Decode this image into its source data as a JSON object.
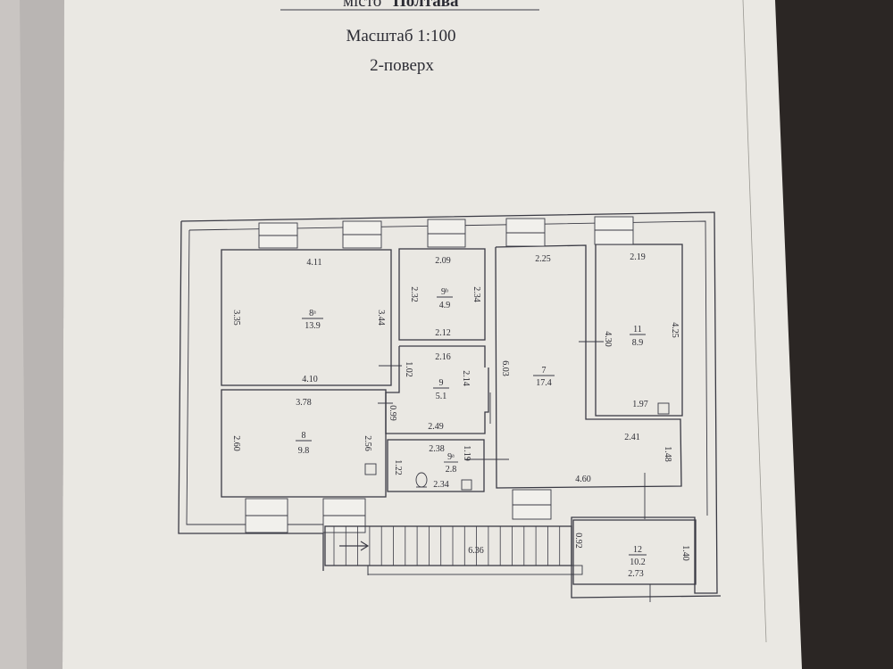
{
  "header": {
    "city_prefix": "місто",
    "city_name": "Полтава",
    "scale": "Масштаб 1:100",
    "floor": "2-поверх"
  },
  "rooms": [
    {
      "id": "8a",
      "number": "8ᵃ",
      "area": "13.9"
    },
    {
      "id": "8",
      "number": "8",
      "area": "9.8"
    },
    {
      "id": "9b",
      "number": "9ᵇ",
      "area": "4.9"
    },
    {
      "id": "9",
      "number": "9",
      "area": "5.1"
    },
    {
      "id": "9a",
      "number": "9ᵃ",
      "area": "2.8"
    },
    {
      "id": "7",
      "number": "7",
      "area": "17.4"
    },
    {
      "id": "11",
      "number": "11",
      "area": "8.9"
    },
    {
      "id": "12",
      "number": "12",
      "area": "10.2"
    }
  ],
  "dimensions": {
    "r8a_top": "4.11",
    "r8a_left": "3.35",
    "r8a_right": "3.44",
    "r8a_bottom": "4.10",
    "r8_top": "3.78",
    "r8_left": "2.60",
    "r8_right": "2.56",
    "r8_door": "0.99",
    "r9b_top": "2.09",
    "r9b_left": "2.32",
    "r9b_right": "2.34",
    "r9b_bottom": "2.12",
    "r9_top": "2.16",
    "r9_left": "1.02",
    "r9_right": "2.14",
    "r9_bottom": "2.49",
    "r9a_top": "2.38",
    "r9a_left": "1.22",
    "r9a_bottom": "2.34",
    "r9a_door": "1.19",
    "r7_top": "2.25",
    "r7_left": "6.03",
    "r7_right": "4.30",
    "r7_ext_top": "2.41",
    "r7_ext_right": "1.48",
    "r7_bottom": "4.60",
    "r11_top": "2.19",
    "r11_right": "4.25",
    "r11_bottom": "1.97",
    "stair_len": "6.36",
    "r12_left": "0.92",
    "r12_right": "1.40",
    "r12_bottom": "2.73"
  }
}
